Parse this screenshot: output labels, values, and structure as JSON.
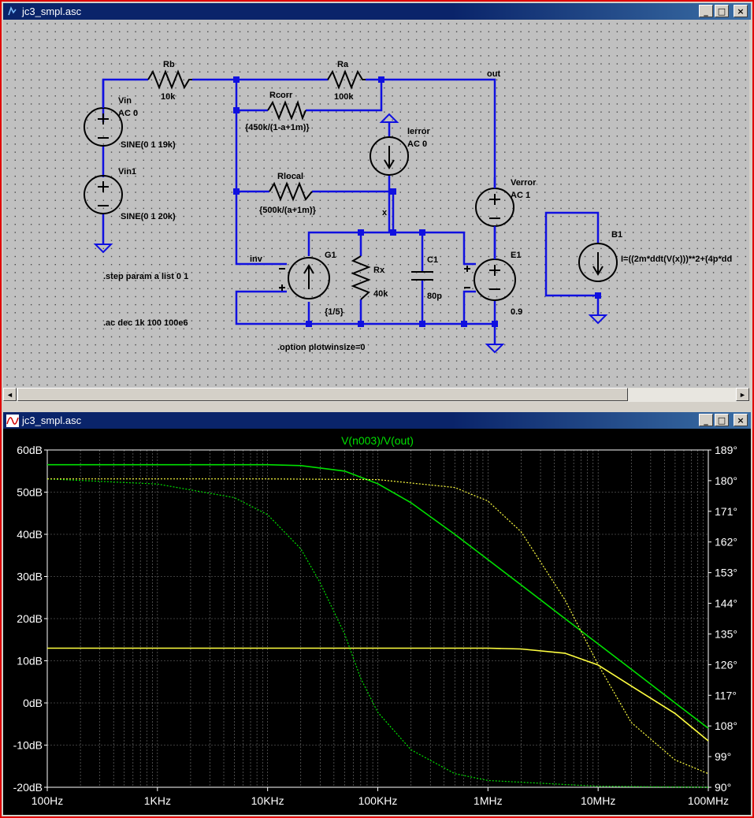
{
  "window_schematic": {
    "title": "jc3_smpl.asc",
    "btn_min": "_",
    "btn_max": "□",
    "btn_close": "×"
  },
  "window_plot": {
    "title": "jc3_smpl.asc",
    "btn_min": "_",
    "btn_max": "□",
    "btn_close": "×"
  },
  "scroll": {
    "left": "◄",
    "right": "►"
  },
  "schematic": {
    "labels": {
      "rb_name": "Rb",
      "rb_value": "10k",
      "ra_name": "Ra",
      "ra_value": "100k",
      "rcorr_name": "Rcorr",
      "rcorr_value": "{450k/(1-a+1m)}",
      "rlocal_name": "Rlocal",
      "rlocal_value": "{500k/(a+1m)}",
      "vin_name": "Vin",
      "vin_ac": "AC 0",
      "vin_sine": "SINE(0 1 19k)",
      "vin1_name": "Vin1",
      "vin1_sine": "SINE(0 1 20k)",
      "ierror_name": "Ierror",
      "ierror_ac": "AC 0",
      "verror_name": "Verror",
      "verror_ac": "AC 1",
      "out_net": "out",
      "inv_net": "inv",
      "x_net": "x",
      "g1_name": "G1",
      "g1_value": "{1/5}",
      "rx_name": "Rx",
      "rx_value": "40k",
      "c1_name": "C1",
      "c1_value": "80p",
      "e1_name": "E1",
      "e1_value": "0.9",
      "b1_name": "B1",
      "b1_expr": "I=((2m*ddt(V(x)))**2+(4p*dd",
      "step_directive": ".step param a list 0 1",
      "ac_directive": ".ac dec 1k 100 100e6",
      "option_directive": ".option plotwinsize=0"
    }
  },
  "plot": {
    "trace_title": "V(n003)/V(out)",
    "colors": {
      "series_1": "#00e000",
      "series_2": "#ffff40",
      "grid": "#7a7a7a",
      "axis_text": "#ffffff"
    },
    "chart_data": {
      "type": "line",
      "title": "V(n003)/V(out)",
      "x_scale": "log",
      "x_ticks": [
        "100Hz",
        "1KHz",
        "10KHz",
        "100KHz",
        "1MHz",
        "10MHz",
        "100MHz"
      ],
      "y_left_ticks": [
        "60dB",
        "50dB",
        "40dB",
        "30dB",
        "20dB",
        "10dB",
        "0dB",
        "-10dB",
        "-20dB"
      ],
      "y_right_ticks": [
        "189°",
        "180°",
        "171°",
        "162°",
        "153°",
        "144°",
        "135°",
        "126°",
        "117°",
        "108°",
        "99°",
        "90°"
      ],
      "xlim": [
        100,
        100000000
      ],
      "ylim_left": [
        -20,
        60
      ],
      "ylim_right": [
        90,
        189
      ],
      "series": [
        {
          "x": [
            100,
            1000,
            10000,
            20000,
            50000,
            100000,
            200000,
            500000,
            1000000,
            2000000,
            5000000,
            10000000,
            20000000,
            50000000,
            100000000
          ],
          "y": [
            56.5,
            56.5,
            56.5,
            56.3,
            55,
            52,
            47.5,
            40,
            34,
            28,
            20,
            14,
            8,
            0,
            -6
          ]
        },
        {
          "x": [
            100,
            1000,
            10000,
            20000,
            50000,
            100000,
            200000,
            500000,
            1000000,
            2000000,
            5000000,
            10000000,
            20000000,
            50000000,
            100000000
          ],
          "y": [
            13,
            13,
            13,
            13,
            13,
            13,
            13,
            13,
            13,
            12.8,
            11.8,
            9,
            4,
            -2.5,
            -9
          ]
        },
        {
          "x": [
            100,
            1000,
            5000,
            10000,
            20000,
            30000,
            50000,
            70000,
            100000,
            200000,
            500000,
            1000000,
            10000000,
            100000000
          ],
          "y": [
            180.5,
            179,
            175,
            170,
            160,
            150,
            135,
            122,
            112,
            101,
            94,
            92,
            90.3,
            90
          ],
          "axis": "right"
        },
        {
          "x": [
            100,
            1000,
            10000,
            100000,
            500000,
            1000000,
            2000000,
            5000000,
            10000000,
            20000000,
            50000000,
            100000000
          ],
          "y": [
            180.5,
            180.5,
            180.5,
            180.3,
            178,
            174,
            165,
            145,
            126,
            109,
            98,
            94
          ],
          "axis": "right"
        }
      ]
    }
  }
}
